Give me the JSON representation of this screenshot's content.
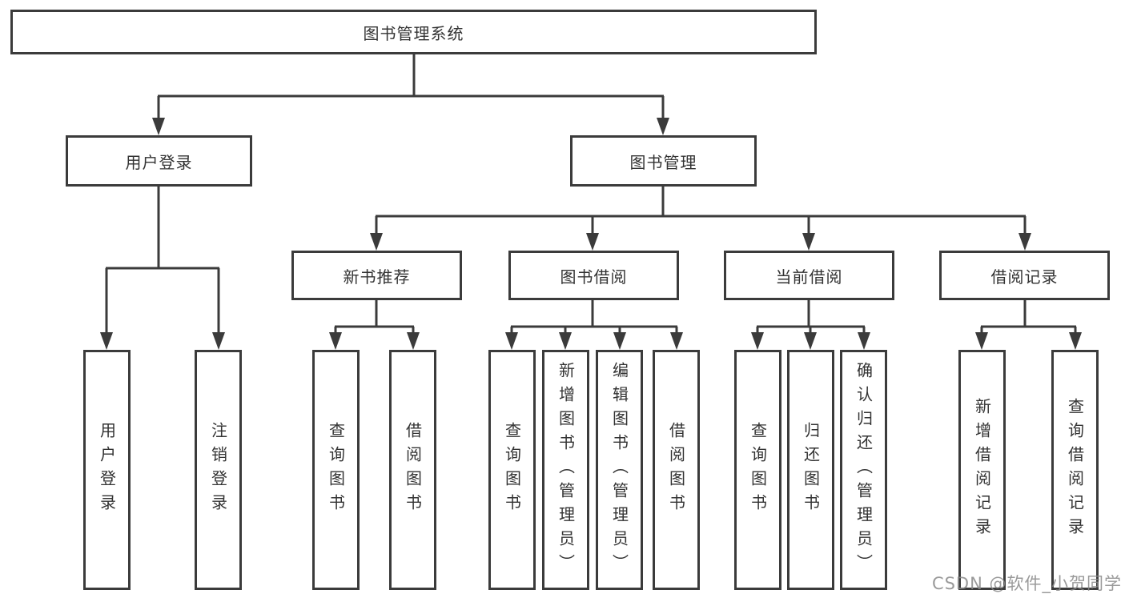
{
  "title": "图书管理系统",
  "nodes": {
    "root": "图书管理系统",
    "login": {
      "label": "用户登录",
      "children": [
        "用户登录",
        "注销登录"
      ]
    },
    "mgmt": {
      "label": "图书管理"
    },
    "rec": {
      "label": "新书推荐",
      "children": [
        "查询图书",
        "借阅图书"
      ]
    },
    "borrow": {
      "label": "图书借阅",
      "children": [
        "查询图书",
        "新增图书（管理员）",
        "编辑图书（管理员）",
        "借阅图书"
      ]
    },
    "current": {
      "label": "当前借阅",
      "children": [
        "查询图书",
        "归还图书",
        "确认归还（管理员）"
      ]
    },
    "records": {
      "label": "借阅记录",
      "children": [
        "新增借阅记录",
        "查询借阅记录"
      ]
    }
  },
  "watermark": {
    "text": "CSDN @软件_小贺同学"
  },
  "colors": {
    "line": "#3b3b3b",
    "text": "#333333",
    "watermark": "#888888",
    "background": "#ffffff"
  }
}
